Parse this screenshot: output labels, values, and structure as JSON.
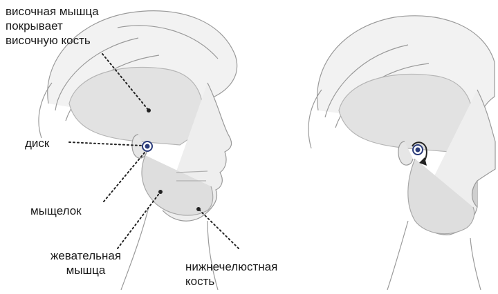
{
  "labels": {
    "temporal_muscle": "височная мышца\nпокрывает\nвисочную кость",
    "disc": "диск",
    "condyle": "мыщелок",
    "masseter": "жевательная\nмышца",
    "mandible": "нижнечелюстная\nкость"
  },
  "colors": {
    "sketch": "#9a9a9a",
    "skin": "#ececec",
    "skull": "#dcdcdc",
    "disc": "#2a3b7a",
    "pointer": "#222222",
    "text": "#1a1a1a"
  },
  "icons": {
    "rotation_arrow": "curved-arrow-icon"
  }
}
